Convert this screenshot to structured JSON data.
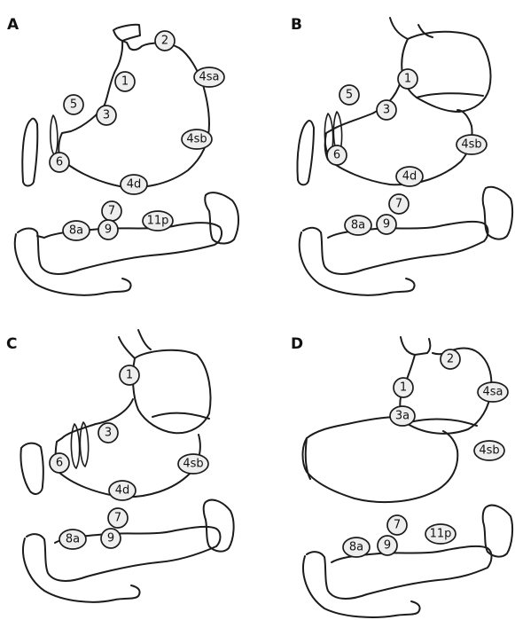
{
  "panels": [
    {
      "id": "A",
      "label": "A",
      "nodes": [
        {
          "key": "n2",
          "text": "2"
        },
        {
          "key": "n1",
          "text": "1"
        },
        {
          "key": "n4sa",
          "text": "4sa"
        },
        {
          "key": "n5",
          "text": "5"
        },
        {
          "key": "n3",
          "text": "3"
        },
        {
          "key": "n4sb",
          "text": "4sb"
        },
        {
          "key": "n6",
          "text": "6"
        },
        {
          "key": "n4d",
          "text": "4d"
        },
        {
          "key": "n7",
          "text": "7"
        },
        {
          "key": "n8a",
          "text": "8a"
        },
        {
          "key": "n9",
          "text": "9"
        },
        {
          "key": "n11p",
          "text": "11p"
        }
      ]
    },
    {
      "id": "B",
      "label": "B",
      "nodes": [
        {
          "key": "n1",
          "text": "1"
        },
        {
          "key": "n5",
          "text": "5"
        },
        {
          "key": "n3",
          "text": "3"
        },
        {
          "key": "n4sb",
          "text": "4sb"
        },
        {
          "key": "n6",
          "text": "6"
        },
        {
          "key": "n4d",
          "text": "4d"
        },
        {
          "key": "n7",
          "text": "7"
        },
        {
          "key": "n8a",
          "text": "8a"
        },
        {
          "key": "n9",
          "text": "9"
        }
      ]
    },
    {
      "id": "C",
      "label": "C",
      "nodes": [
        {
          "key": "n1",
          "text": "1"
        },
        {
          "key": "n3",
          "text": "3"
        },
        {
          "key": "n6",
          "text": "6"
        },
        {
          "key": "n4sb",
          "text": "4sb"
        },
        {
          "key": "n4d",
          "text": "4d"
        },
        {
          "key": "n7",
          "text": "7"
        },
        {
          "key": "n8a",
          "text": "8a"
        },
        {
          "key": "n9",
          "text": "9"
        }
      ]
    },
    {
      "id": "D",
      "label": "D",
      "nodes": [
        {
          "key": "n2",
          "text": "2"
        },
        {
          "key": "n1",
          "text": "1"
        },
        {
          "key": "n4sa",
          "text": "4sa"
        },
        {
          "key": "n3a",
          "text": "3a"
        },
        {
          "key": "n4sb",
          "text": "4sb"
        },
        {
          "key": "n7",
          "text": "7"
        },
        {
          "key": "n8a",
          "text": "8a"
        },
        {
          "key": "n9",
          "text": "9"
        },
        {
          "key": "n11p",
          "text": "11p"
        }
      ]
    }
  ]
}
